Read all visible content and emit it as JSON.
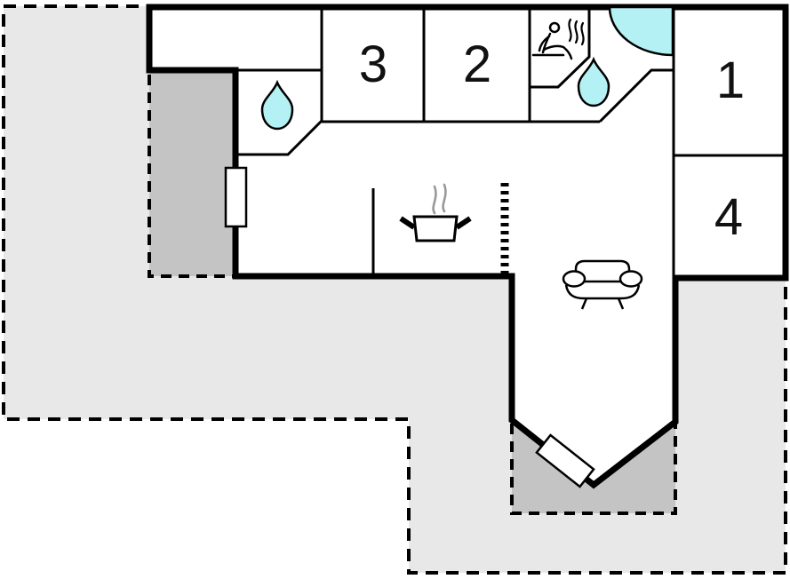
{
  "floorplan": {
    "rooms": {
      "r1": {
        "label": "1"
      },
      "r2": {
        "label": "2"
      },
      "r3": {
        "label": "3"
      },
      "r4": {
        "label": "4"
      }
    },
    "icons": [
      {
        "name": "sauna-icon"
      },
      {
        "name": "water-drop-icon"
      },
      {
        "name": "water-drop-icon"
      },
      {
        "name": "corner-bath-icon"
      },
      {
        "name": "cooking-pot-icon"
      },
      {
        "name": "sofa-icon"
      },
      {
        "name": "door-icon"
      },
      {
        "name": "entrance-door-icon"
      }
    ],
    "colors": {
      "terrace": "#e8e8e8",
      "patio": "#c4c4c4",
      "water": "#b4f1f4",
      "wall": "#000000",
      "steam": "#999999",
      "text": "#111111"
    }
  }
}
